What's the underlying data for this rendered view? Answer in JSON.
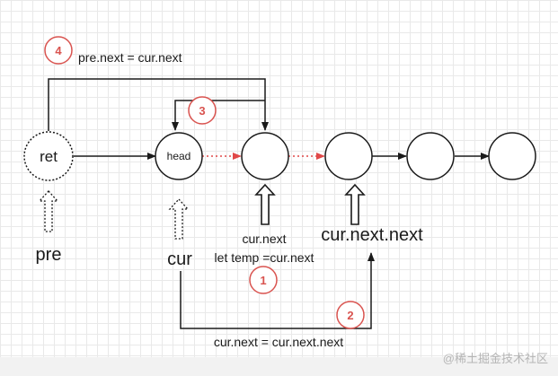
{
  "nodes": {
    "ret": "ret",
    "head": "head",
    "n2": "",
    "n3": "",
    "n4": "",
    "n5": ""
  },
  "labels": {
    "pre": "pre",
    "cur": "cur",
    "cur_next": "cur.next",
    "cur_next_next": "cur.next.next",
    "temp": "let temp =cur.next",
    "step4": "pre.next = cur.next",
    "step2": "cur.next = cur.next.next"
  },
  "steps": {
    "s1": "1",
    "s2": "2",
    "s3": "3",
    "s4": "4"
  },
  "watermark": "@稀土掘金技术社区",
  "colors": {
    "line": "#1a1a1a",
    "highlight": "#e04848",
    "badge": "#d9534f"
  }
}
